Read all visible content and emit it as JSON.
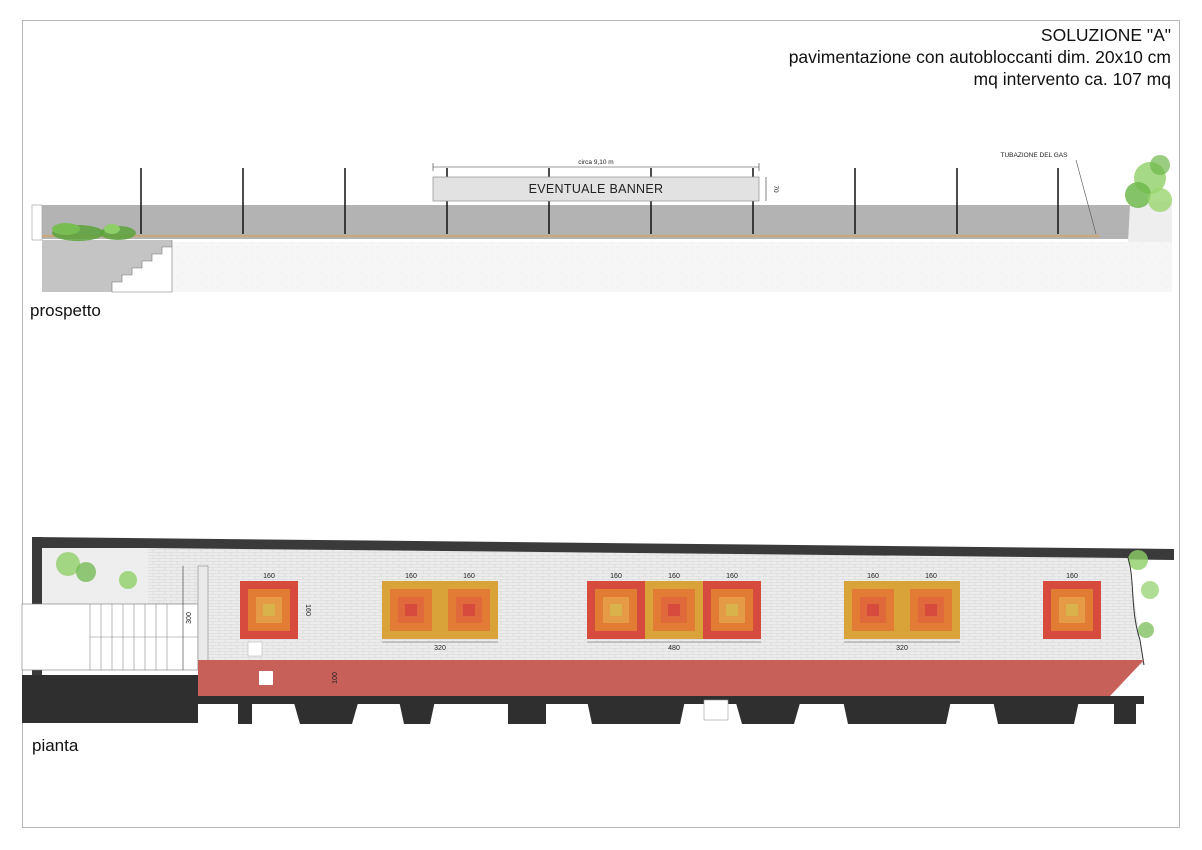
{
  "title": {
    "line1": "SOLUZIONE \"A\"",
    "line2": "pavimentazione con autobloccanti dim. 20x10 cm",
    "line3": "mq intervento ca. 107 mq"
  },
  "views": {
    "elevation_label": "prospetto",
    "plan_label": "pianta"
  },
  "elevation": {
    "banner_text": "EVENTUALE BANNER",
    "banner_width_label": "circa 9,10 m",
    "banner_height_label": "70",
    "gas_pipe_label": "TUBAZIONE DEL GAS"
  },
  "plan": {
    "module_labels": [
      "160",
      "160",
      "160",
      "160",
      "160",
      "160",
      "160",
      "160",
      "160"
    ],
    "module_height_label": "160",
    "group_labels": [
      "320",
      "480",
      "320"
    ],
    "depth_label": "300",
    "strip_label": "100"
  },
  "colors": {
    "wall_grey": "#b3b3b3",
    "paving_red": "#c8605a",
    "module_outer": "#d74b3f",
    "module_yellow": "#d9a33a",
    "module_orange": "#e27c35",
    "dark_wall": "#2f2f2f",
    "vegetation": "#5ba23a"
  }
}
